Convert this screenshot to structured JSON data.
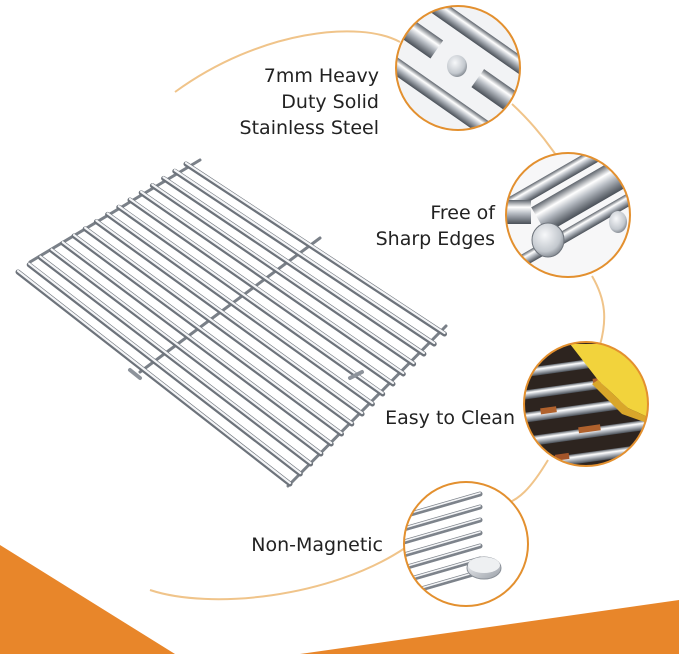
{
  "features": [
    {
      "id": "steel",
      "lines": [
        "7mm Heavy",
        "Duty Solid",
        "Stainless Steel"
      ],
      "icon": "stainless-rods-closeup-icon"
    },
    {
      "id": "edges",
      "lines": [
        "Free of",
        "Sharp Edges"
      ],
      "icon": "rounded-rod-end-closeup-icon"
    },
    {
      "id": "clean",
      "lines": [
        "Easy to Clean"
      ],
      "icon": "sponge-cleaning-closeup-icon"
    },
    {
      "id": "magnetic",
      "lines": [
        "Non-Magnetic"
      ],
      "icon": "magnet-test-closeup-icon"
    }
  ],
  "colors": {
    "accent_orange": "#e8862a",
    "connector_line": "#f0c48a",
    "ring_border": "#e3902f",
    "text": "#222222",
    "steel_light": "#f4f5f7",
    "steel_dark": "#6d737b",
    "sponge_yellow": "#f2d33c"
  },
  "product": {
    "icon": "stainless-steel-grill-grate-icon",
    "rod_count": 16
  }
}
